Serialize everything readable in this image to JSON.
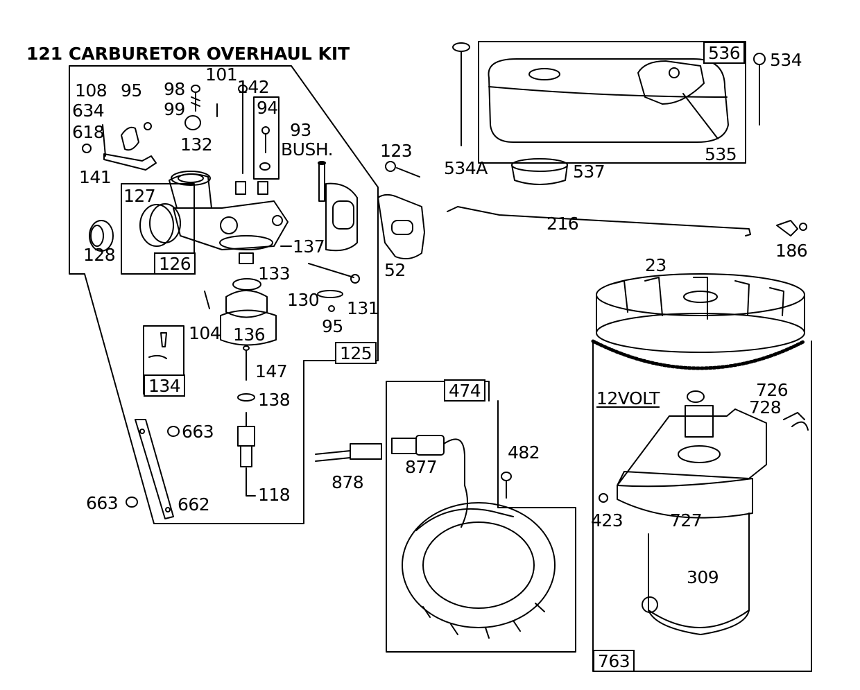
{
  "title": "121 CARBURETOR OVERHAUL KIT",
  "part_labels": {
    "p108": "108",
    "p95a": "95",
    "p98": "98",
    "p99": "99",
    "p101": "101",
    "p142": "142",
    "p94": "94",
    "p93": "93",
    "bush": "BUSH.",
    "p634": "634",
    "p618": "618",
    "p132": "132",
    "p141": "141",
    "p127": "127",
    "p126": "126",
    "p128": "128",
    "p137": "137",
    "p133": "133",
    "p123": "123",
    "p52": "52",
    "p130": "130",
    "p131": "131",
    "p95b": "95",
    "p104": "104",
    "p136": "136",
    "p125": "125",
    "p134": "134",
    "p147": "147",
    "p138": "138",
    "p663a": "663",
    "p663b": "663",
    "p662": "662",
    "p118": "118",
    "p536": "536",
    "p534": "534",
    "p534a": "534A",
    "p535": "535",
    "p537": "537",
    "p216": "216",
    "p186": "186",
    "p23": "23",
    "p474": "474",
    "p482": "482",
    "p878": "878",
    "p877": "877",
    "p726": "726",
    "p728": "728",
    "p12volt": "12VOLT",
    "p423": "423",
    "p727": "727",
    "p309": "309",
    "p763": "763"
  },
  "colors": {
    "ink": "#000000",
    "paper": "#ffffff"
  }
}
